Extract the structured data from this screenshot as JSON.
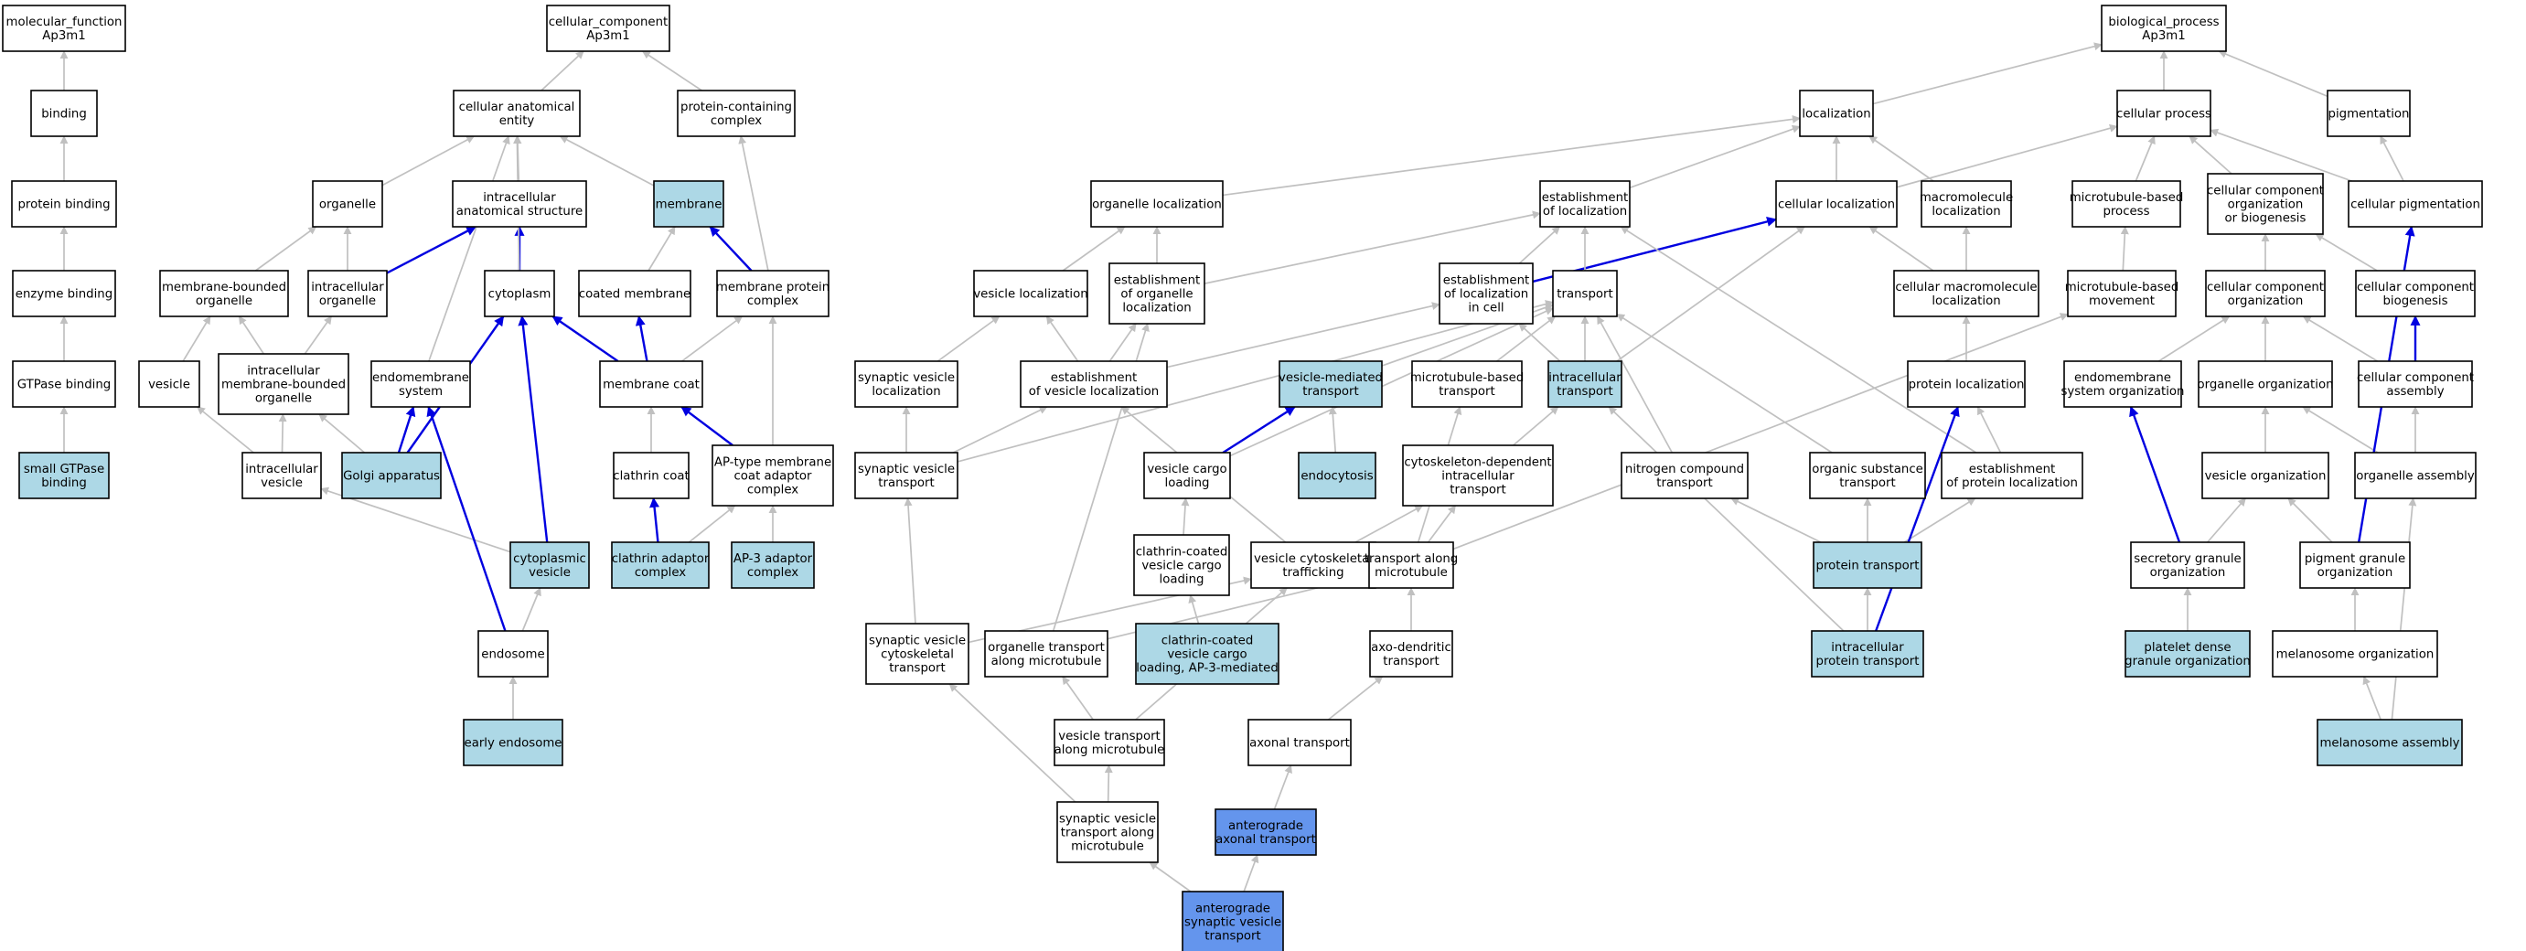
{
  "colors": {
    "default_fill": "#ffffff",
    "highlight_fill": "#add8e6",
    "focus_fill": "#6495ed",
    "edge_gray": "#c0c0c0",
    "edge_blue": "#0000e0"
  },
  "nodes": [
    {
      "id": "mf",
      "lines": [
        "molecular_function",
        "Ap3m1"
      ],
      "style": "default"
    },
    {
      "id": "binding",
      "lines": [
        "binding"
      ],
      "style": "default"
    },
    {
      "id": "protbind",
      "lines": [
        "protein binding"
      ],
      "style": "default"
    },
    {
      "id": "enzbind",
      "lines": [
        "enzyme binding"
      ],
      "style": "default"
    },
    {
      "id": "gtpbind",
      "lines": [
        "GTPase binding"
      ],
      "style": "default"
    },
    {
      "id": "smallgtp",
      "lines": [
        "small GTPase",
        "binding"
      ],
      "style": "highlight"
    },
    {
      "id": "cc",
      "lines": [
        "cellular_component",
        "Ap3m1"
      ],
      "style": "default"
    },
    {
      "id": "cae",
      "lines": [
        "cellular anatomical",
        "entity"
      ],
      "style": "default"
    },
    {
      "id": "pcc",
      "lines": [
        "protein-containing",
        "complex"
      ],
      "style": "default"
    },
    {
      "id": "organelle",
      "lines": [
        "organelle"
      ],
      "style": "default"
    },
    {
      "id": "ias",
      "lines": [
        "intracellular",
        "anatomical structure"
      ],
      "style": "default"
    },
    {
      "id": "membrane",
      "lines": [
        "membrane"
      ],
      "style": "highlight"
    },
    {
      "id": "mbo",
      "lines": [
        "membrane-bounded",
        "organelle"
      ],
      "style": "default"
    },
    {
      "id": "intorg",
      "lines": [
        "intracellular",
        "organelle"
      ],
      "style": "default"
    },
    {
      "id": "cytoplasm",
      "lines": [
        "cytoplasm"
      ],
      "style": "default"
    },
    {
      "id": "coatmem",
      "lines": [
        "coated membrane"
      ],
      "style": "default"
    },
    {
      "id": "mpc",
      "lines": [
        "membrane protein",
        "complex"
      ],
      "style": "default"
    },
    {
      "id": "vesicle",
      "lines": [
        "vesicle"
      ],
      "style": "default"
    },
    {
      "id": "imbo",
      "lines": [
        "intracellular",
        "membrane-bounded",
        "organelle"
      ],
      "style": "default"
    },
    {
      "id": "endomem",
      "lines": [
        "endomembrane",
        "system"
      ],
      "style": "default"
    },
    {
      "id": "memcoat",
      "lines": [
        "membrane coat"
      ],
      "style": "default"
    },
    {
      "id": "intves",
      "lines": [
        "intracellular",
        "vesicle"
      ],
      "style": "default"
    },
    {
      "id": "golgi",
      "lines": [
        "Golgi apparatus"
      ],
      "style": "highlight"
    },
    {
      "id": "clathcoat",
      "lines": [
        "clathrin coat"
      ],
      "style": "default"
    },
    {
      "id": "aptype",
      "lines": [
        "AP-type membrane",
        "coat adaptor",
        "complex"
      ],
      "style": "default"
    },
    {
      "id": "cytoves",
      "lines": [
        "cytoplasmic",
        "vesicle"
      ],
      "style": "highlight"
    },
    {
      "id": "clathadapt",
      "lines": [
        "clathrin adaptor",
        "complex"
      ],
      "style": "highlight"
    },
    {
      "id": "ap3",
      "lines": [
        "AP-3 adaptor",
        "complex"
      ],
      "style": "highlight"
    },
    {
      "id": "endosome",
      "lines": [
        "endosome"
      ],
      "style": "default"
    },
    {
      "id": "earlyendo",
      "lines": [
        "early endosome"
      ],
      "style": "highlight"
    },
    {
      "id": "bp",
      "lines": [
        "biological_process",
        "Ap3m1"
      ],
      "style": "default"
    },
    {
      "id": "localization",
      "lines": [
        "localization"
      ],
      "style": "default"
    },
    {
      "id": "cellproc",
      "lines": [
        "cellular process"
      ],
      "style": "default"
    },
    {
      "id": "pigmentation",
      "lines": [
        "pigmentation"
      ],
      "style": "default"
    },
    {
      "id": "orgloc",
      "lines": [
        "organelle localization"
      ],
      "style": "default"
    },
    {
      "id": "estloc",
      "lines": [
        "establishment",
        "of localization"
      ],
      "style": "default"
    },
    {
      "id": "cellloc",
      "lines": [
        "cellular localization"
      ],
      "style": "default"
    },
    {
      "id": "macroloc",
      "lines": [
        "macromolecule",
        "localization"
      ],
      "style": "default"
    },
    {
      "id": "mtbased",
      "lines": [
        "microtubule-based",
        "process"
      ],
      "style": "default"
    },
    {
      "id": "ccob",
      "lines": [
        "cellular component",
        "organization",
        "or biogenesis"
      ],
      "style": "default"
    },
    {
      "id": "cellpig",
      "lines": [
        "cellular pigmentation"
      ],
      "style": "default"
    },
    {
      "id": "vesloc",
      "lines": [
        "vesicle localization"
      ],
      "style": "default"
    },
    {
      "id": "estorgloc",
      "lines": [
        "establishment",
        "of organelle",
        "localization"
      ],
      "style": "default"
    },
    {
      "id": "estloccell",
      "lines": [
        "establishment",
        "of localization",
        "in cell"
      ],
      "style": "default"
    },
    {
      "id": "transport",
      "lines": [
        "transport"
      ],
      "style": "default"
    },
    {
      "id": "cellmacroloc",
      "lines": [
        "cellular macromolecule",
        "localization"
      ],
      "style": "default"
    },
    {
      "id": "mtmove",
      "lines": [
        "microtubule-based",
        "movement"
      ],
      "style": "default"
    },
    {
      "id": "ccorg",
      "lines": [
        "cellular component",
        "organization"
      ],
      "style": "default"
    },
    {
      "id": "ccbio",
      "lines": [
        "cellular component",
        "biogenesis"
      ],
      "style": "default"
    },
    {
      "id": "synvesloc",
      "lines": [
        "synaptic vesicle",
        "localization"
      ],
      "style": "default"
    },
    {
      "id": "estvesloc",
      "lines": [
        "establishment",
        "of vesicle localization"
      ],
      "style": "default"
    },
    {
      "id": "vesmed",
      "lines": [
        "vesicle-mediated",
        "transport"
      ],
      "style": "highlight"
    },
    {
      "id": "mttransport",
      "lines": [
        "microtubule-based",
        "transport"
      ],
      "style": "default"
    },
    {
      "id": "inttrans",
      "lines": [
        "intracellular",
        "transport"
      ],
      "style": "highlight"
    },
    {
      "id": "protloc",
      "lines": [
        "protein localization"
      ],
      "style": "default"
    },
    {
      "id": "endomemorg",
      "lines": [
        "endomembrane",
        "system organization"
      ],
      "style": "default"
    },
    {
      "id": "orgorg",
      "lines": [
        "organelle organization"
      ],
      "style": "default"
    },
    {
      "id": "ccassembly",
      "lines": [
        "cellular component",
        "assembly"
      ],
      "style": "default"
    },
    {
      "id": "synvestrans",
      "lines": [
        "synaptic vesicle",
        "transport"
      ],
      "style": "default"
    },
    {
      "id": "vescargo",
      "lines": [
        "vesicle cargo",
        "loading"
      ],
      "style": "default"
    },
    {
      "id": "endocytosis",
      "lines": [
        "endocytosis"
      ],
      "style": "highlight"
    },
    {
      "id": "cytodep",
      "lines": [
        "cytoskeleton-dependent",
        "intracellular",
        "transport"
      ],
      "style": "default"
    },
    {
      "id": "nitro",
      "lines": [
        "nitrogen compound",
        "transport"
      ],
      "style": "default"
    },
    {
      "id": "organsub",
      "lines": [
        "organic substance",
        "transport"
      ],
      "style": "default"
    },
    {
      "id": "estprotloc",
      "lines": [
        "establishment",
        "of protein localization"
      ],
      "style": "default"
    },
    {
      "id": "vesorg",
      "lines": [
        "vesicle organization"
      ],
      "style": "default"
    },
    {
      "id": "orgasm",
      "lines": [
        "organelle assembly"
      ],
      "style": "default"
    },
    {
      "id": "clathcargo",
      "lines": [
        "clathrin-coated",
        "vesicle cargo",
        "loading"
      ],
      "style": "default"
    },
    {
      "id": "vescyto",
      "lines": [
        "vesicle cytoskeletal",
        "trafficking"
      ],
      "style": "default"
    },
    {
      "id": "tamt",
      "lines": [
        "transport along",
        "microtubule"
      ],
      "style": "default"
    },
    {
      "id": "prottrans",
      "lines": [
        "protein transport"
      ],
      "style": "highlight"
    },
    {
      "id": "secgran",
      "lines": [
        "secretory granule",
        "organization"
      ],
      "style": "default"
    },
    {
      "id": "piggran",
      "lines": [
        "pigment granule",
        "organization"
      ],
      "style": "default"
    },
    {
      "id": "synvescyto",
      "lines": [
        "synaptic vesicle",
        "cytoskeletal",
        "transport"
      ],
      "style": "default"
    },
    {
      "id": "orgtransmt",
      "lines": [
        "organelle transport",
        "along microtubule"
      ],
      "style": "default"
    },
    {
      "id": "clathap3",
      "lines": [
        "clathrin-coated",
        "vesicle cargo",
        "loading, AP-3-mediated"
      ],
      "style": "highlight"
    },
    {
      "id": "axodend",
      "lines": [
        "axo-dendritic",
        "transport"
      ],
      "style": "default"
    },
    {
      "id": "intprottrans",
      "lines": [
        "intracellular",
        "protein transport"
      ],
      "style": "highlight"
    },
    {
      "id": "platelet",
      "lines": [
        "platelet dense",
        "granule organization"
      ],
      "style": "highlight"
    },
    {
      "id": "melorg",
      "lines": [
        "melanosome organization"
      ],
      "style": "default"
    },
    {
      "id": "vestransmt",
      "lines": [
        "vesicle transport",
        "along microtubule"
      ],
      "style": "default"
    },
    {
      "id": "axonal",
      "lines": [
        "axonal transport"
      ],
      "style": "default"
    },
    {
      "id": "melasm",
      "lines": [
        "melanosome assembly"
      ],
      "style": "highlight"
    },
    {
      "id": "synvesmt",
      "lines": [
        "synaptic vesicle",
        "transport along",
        "microtubule"
      ],
      "style": "default"
    },
    {
      "id": "antaxonal",
      "lines": [
        "anterograde",
        "axonal transport"
      ],
      "style": "focus"
    },
    {
      "id": "antsyn",
      "lines": [
        "anterograde",
        "synaptic vesicle",
        "transport"
      ],
      "style": "focus"
    }
  ],
  "edges": [
    [
      "binding",
      "mf",
      "gray"
    ],
    [
      "protbind",
      "binding",
      "gray"
    ],
    [
      "enzbind",
      "protbind",
      "gray"
    ],
    [
      "gtpbind",
      "enzbind",
      "gray"
    ],
    [
      "smallgtp",
      "gtpbind",
      "gray"
    ],
    [
      "cae",
      "cc",
      "gray"
    ],
    [
      "pcc",
      "cc",
      "gray"
    ],
    [
      "organelle",
      "cae",
      "gray"
    ],
    [
      "ias",
      "cae",
      "gray"
    ],
    [
      "membrane",
      "cae",
      "gray"
    ],
    [
      "mbo",
      "organelle",
      "gray"
    ],
    [
      "intorg",
      "organelle",
      "gray"
    ],
    [
      "intorg",
      "ias",
      "blue"
    ],
    [
      "cytoplasm",
      "ias",
      "blue"
    ],
    [
      "cytoplasm",
      "cae",
      "gray"
    ],
    [
      "coatmem",
      "membrane",
      "gray"
    ],
    [
      "mpc",
      "membrane",
      "blue"
    ],
    [
      "mpc",
      "pcc",
      "gray"
    ],
    [
      "vesicle",
      "mbo",
      "gray"
    ],
    [
      "imbo",
      "mbo",
      "gray"
    ],
    [
      "imbo",
      "intorg",
      "gray"
    ],
    [
      "endomem",
      "cae",
      "gray"
    ],
    [
      "memcoat",
      "cytoplasm",
      "blue"
    ],
    [
      "memcoat",
      "coatmem",
      "blue"
    ],
    [
      "memcoat",
      "mpc",
      "gray"
    ],
    [
      "intves",
      "vesicle",
      "gray"
    ],
    [
      "intves",
      "imbo",
      "gray"
    ],
    [
      "golgi",
      "imbo",
      "gray"
    ],
    [
      "golgi",
      "endomem",
      "blue"
    ],
    [
      "golgi",
      "cytoplasm",
      "blue"
    ],
    [
      "clathcoat",
      "memcoat",
      "gray"
    ],
    [
      "aptype",
      "memcoat",
      "blue"
    ],
    [
      "aptype",
      "mpc",
      "gray"
    ],
    [
      "cytoves",
      "intves",
      "gray"
    ],
    [
      "cytoves",
      "cytoplasm",
      "blue"
    ],
    [
      "clathadapt",
      "clathcoat",
      "blue"
    ],
    [
      "clathadapt",
      "aptype",
      "gray"
    ],
    [
      "ap3",
      "aptype",
      "gray"
    ],
    [
      "endosome",
      "cytoves",
      "gray"
    ],
    [
      "endosome",
      "endomem",
      "blue"
    ],
    [
      "earlyendo",
      "endosome",
      "gray"
    ],
    [
      "localization",
      "bp",
      "gray"
    ],
    [
      "cellproc",
      "bp",
      "gray"
    ],
    [
      "pigmentation",
      "bp",
      "gray"
    ],
    [
      "orgloc",
      "localization",
      "gray"
    ],
    [
      "estloc",
      "localization",
      "gray"
    ],
    [
      "cellloc",
      "cellproc",
      "gray"
    ],
    [
      "macroloc",
      "localization",
      "gray"
    ],
    [
      "cellloc",
      "localization",
      "gray"
    ],
    [
      "mtbased",
      "cellproc",
      "gray"
    ],
    [
      "ccob",
      "cellproc",
      "gray"
    ],
    [
      "cellpig",
      "cellproc",
      "gray"
    ],
    [
      "cellpig",
      "pigmentation",
      "gray"
    ],
    [
      "vesloc",
      "orgloc",
      "gray"
    ],
    [
      "estorgloc",
      "orgloc",
      "gray"
    ],
    [
      "estorgloc",
      "estloc",
      "gray"
    ],
    [
      "estloccell",
      "estloc",
      "gray"
    ],
    [
      "estloccell",
      "cellloc",
      "blue"
    ],
    [
      "transport",
      "estloc",
      "gray"
    ],
    [
      "cellmacroloc",
      "macroloc",
      "gray"
    ],
    [
      "cellmacroloc",
      "cellloc",
      "gray"
    ],
    [
      "mtmove",
      "mtbased",
      "gray"
    ],
    [
      "ccorg",
      "ccob",
      "gray"
    ],
    [
      "ccbio",
      "ccob",
      "gray"
    ],
    [
      "synvesloc",
      "vesloc",
      "gray"
    ],
    [
      "estvesloc",
      "vesloc",
      "gray"
    ],
    [
      "estvesloc",
      "estorgloc",
      "gray"
    ],
    [
      "estvesloc",
      "estloccell",
      "gray"
    ],
    [
      "vesmed",
      "transport",
      "gray"
    ],
    [
      "mttransport",
      "transport",
      "gray"
    ],
    [
      "inttrans",
      "transport",
      "gray"
    ],
    [
      "inttrans",
      "estloccell",
      "gray"
    ],
    [
      "inttrans",
      "cellloc",
      "gray"
    ],
    [
      "protloc",
      "cellmacroloc",
      "gray"
    ],
    [
      "endomemorg",
      "ccorg",
      "gray"
    ],
    [
      "orgorg",
      "ccorg",
      "gray"
    ],
    [
      "ccassembly",
      "ccorg",
      "gray"
    ],
    [
      "ccassembly",
      "ccbio",
      "blue"
    ],
    [
      "synvestrans",
      "synvesloc",
      "gray"
    ],
    [
      "synvestrans",
      "estvesloc",
      "gray"
    ],
    [
      "synvestrans",
      "transport",
      "gray"
    ],
    [
      "vescargo",
      "vesmed",
      "blue"
    ],
    [
      "vescargo",
      "transport",
      "gray"
    ],
    [
      "endocytosis",
      "vesmed",
      "gray"
    ],
    [
      "cytodep",
      "inttrans",
      "gray"
    ],
    [
      "nitro",
      "transport",
      "gray"
    ],
    [
      "organsub",
      "transport",
      "gray"
    ],
    [
      "estprotloc",
      "protloc",
      "gray"
    ],
    [
      "estprotloc",
      "estloc",
      "gray"
    ],
    [
      "vesorg",
      "orgorg",
      "gray"
    ],
    [
      "orgasm",
      "orgorg",
      "gray"
    ],
    [
      "orgasm",
      "ccassembly",
      "gray"
    ],
    [
      "clathcargo",
      "vescargo",
      "gray"
    ],
    [
      "vescyto",
      "cytodep",
      "gray"
    ],
    [
      "vescyto",
      "estvesloc",
      "gray"
    ],
    [
      "tamt",
      "cytodep",
      "gray"
    ],
    [
      "tamt",
      "mttransport",
      "gray"
    ],
    [
      "tamt",
      "mtmove",
      "gray"
    ],
    [
      "prottrans",
      "nitro",
      "gray"
    ],
    [
      "prottrans",
      "organsub",
      "gray"
    ],
    [
      "prottrans",
      "estprotloc",
      "gray"
    ],
    [
      "secgran",
      "vesorg",
      "gray"
    ],
    [
      "secgran",
      "endomemorg",
      "blue"
    ],
    [
      "piggran",
      "vesorg",
      "gray"
    ],
    [
      "piggran",
      "cellpig",
      "blue"
    ],
    [
      "synvescyto",
      "synvestrans",
      "gray"
    ],
    [
      "synvescyto",
      "vescyto",
      "gray"
    ],
    [
      "orgtransmt",
      "tamt",
      "gray"
    ],
    [
      "orgtransmt",
      "estorgloc",
      "gray"
    ],
    [
      "clathap3",
      "clathcargo",
      "gray"
    ],
    [
      "axodend",
      "tamt",
      "gray"
    ],
    [
      "intprottrans",
      "prottrans",
      "gray"
    ],
    [
      "intprottrans",
      "protloc",
      "blue"
    ],
    [
      "intprottrans",
      "inttrans",
      "gray"
    ],
    [
      "platelet",
      "secgran",
      "gray"
    ],
    [
      "melorg",
      "piggran",
      "gray"
    ],
    [
      "vestransmt",
      "orgtransmt",
      "gray"
    ],
    [
      "vestransmt",
      "vescyto",
      "gray"
    ],
    [
      "axonal",
      "axodend",
      "gray"
    ],
    [
      "melasm",
      "melorg",
      "gray"
    ],
    [
      "melasm",
      "orgasm",
      "gray"
    ],
    [
      "synvesmt",
      "vestransmt",
      "gray"
    ],
    [
      "synvesmt",
      "synvescyto",
      "gray"
    ],
    [
      "antaxonal",
      "axonal",
      "gray"
    ],
    [
      "antsyn",
      "synvesmt",
      "gray"
    ],
    [
      "antsyn",
      "antaxonal",
      "gray"
    ]
  ]
}
